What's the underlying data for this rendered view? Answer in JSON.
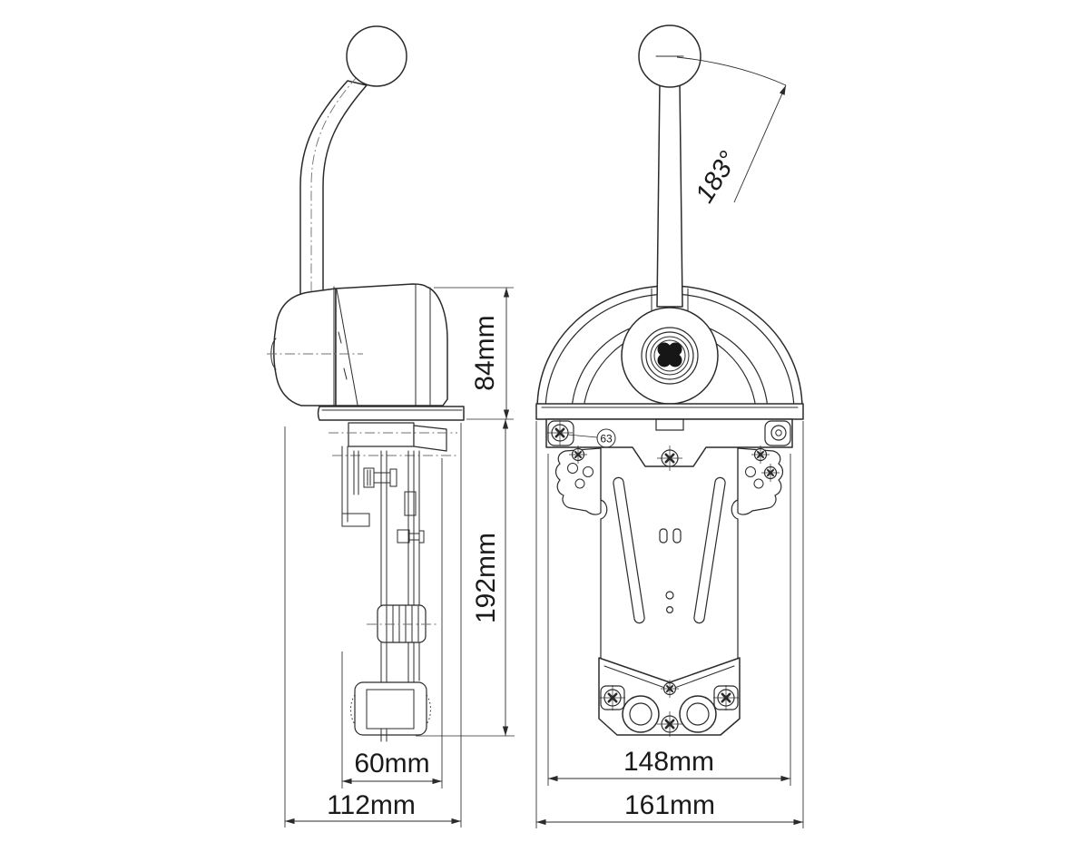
{
  "drawing": {
    "background": "#ffffff",
    "line_color": "#2b2b2b",
    "centerline_color": "#707070",
    "dimensions": {
      "side_view": {
        "body_height": "84mm",
        "under_panel_depth": "192mm",
        "inner_width": "60mm",
        "overall_depth": "112mm"
      },
      "front_view": {
        "flange_width": "148mm",
        "overall_width": "161mm",
        "lever_swing_angle": "183°"
      }
    },
    "callouts": {
      "fastener_balloon": "63"
    }
  }
}
